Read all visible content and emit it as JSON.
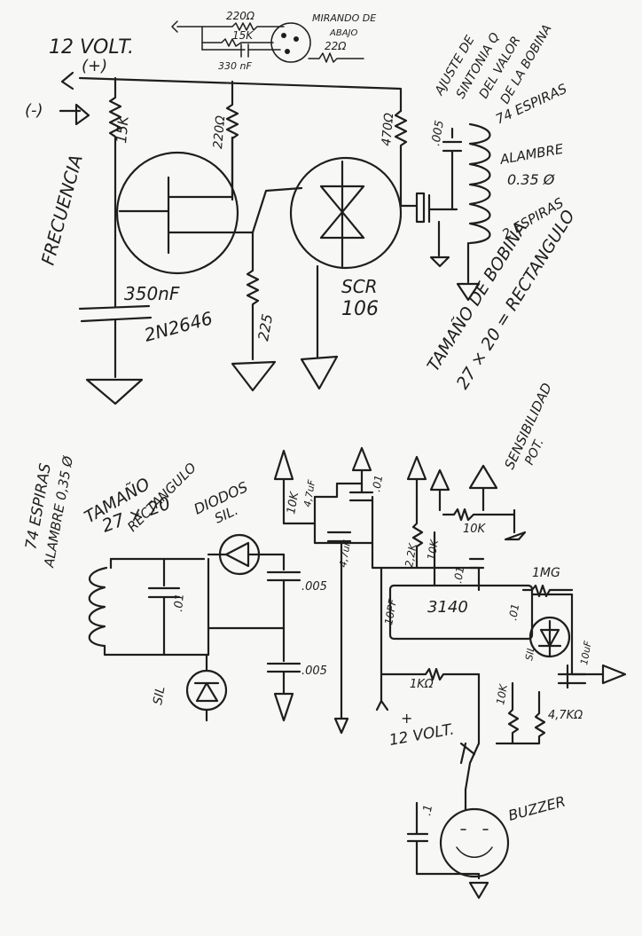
{
  "top": {
    "supply": "12 VOLT.",
    "plus": "(+)",
    "minus": "(-)",
    "frecuencia": "FRECUENCIA",
    "r15k": "15K",
    "r220": "220Ω",
    "c350": "350nF",
    "ujt": "2N2646",
    "r225": "225",
    "r470": "470Ω",
    "scr1": "SCR",
    "scr2": "106",
    "c005": ".005",
    "ajuste": [
      "AJUSTE DE",
      "SINTONIA Q",
      "DEL VALOR",
      "DE LA BOBINA"
    ],
    "coil1": "74 ESPIRAS",
    "coil2": "ALAMBRE",
    "coil3": "0.35 Ø",
    "coil4": "2 ESPIRAS",
    "size1": "TAMAÑO DE BOBINA",
    "size2": "27 × 20 = RECTANGULO",
    "inset": {
      "r220": "220Ω",
      "r15k": "15K",
      "c330": "330 nF",
      "r22": "22Ω",
      "note1": "MIRANDO DE",
      "note2": "ABAJO"
    }
  },
  "bottom": {
    "coil1": "74 ESPIRAS",
    "coil2": "ALAMBRE 0,35 Ø",
    "size1": "TAMAÑO",
    "size2": "27 × 20",
    "size3": "RECTANGULO",
    "diodos1": "DIODOS",
    "diodos2": "SIL.",
    "c01a": ".01",
    "c005a": ".005",
    "c005b": ".005",
    "sil": "SIL",
    "r10k1": "10K",
    "c47": "4,7uF",
    "c01b": ".01",
    "c47b": "4,7uF",
    "r22k": "2,2K",
    "r10k2": "10K",
    "r10k3": "10K",
    "c01c": ".01",
    "sens1": "SENSIBILIDAD",
    "sens2": "POT.",
    "c10pf": "10PF",
    "ic": "3140",
    "r1mg": "1MG",
    "c01d": ".01",
    "sil2": "SIL",
    "c10uf": "10uF",
    "r1k": "1KΩ",
    "r10k4": "10K",
    "r47k": "4,7KΩ",
    "plus": "+",
    "supply": "12 VOLT.",
    "c1": ".1",
    "buzzer": "BUZZER"
  }
}
